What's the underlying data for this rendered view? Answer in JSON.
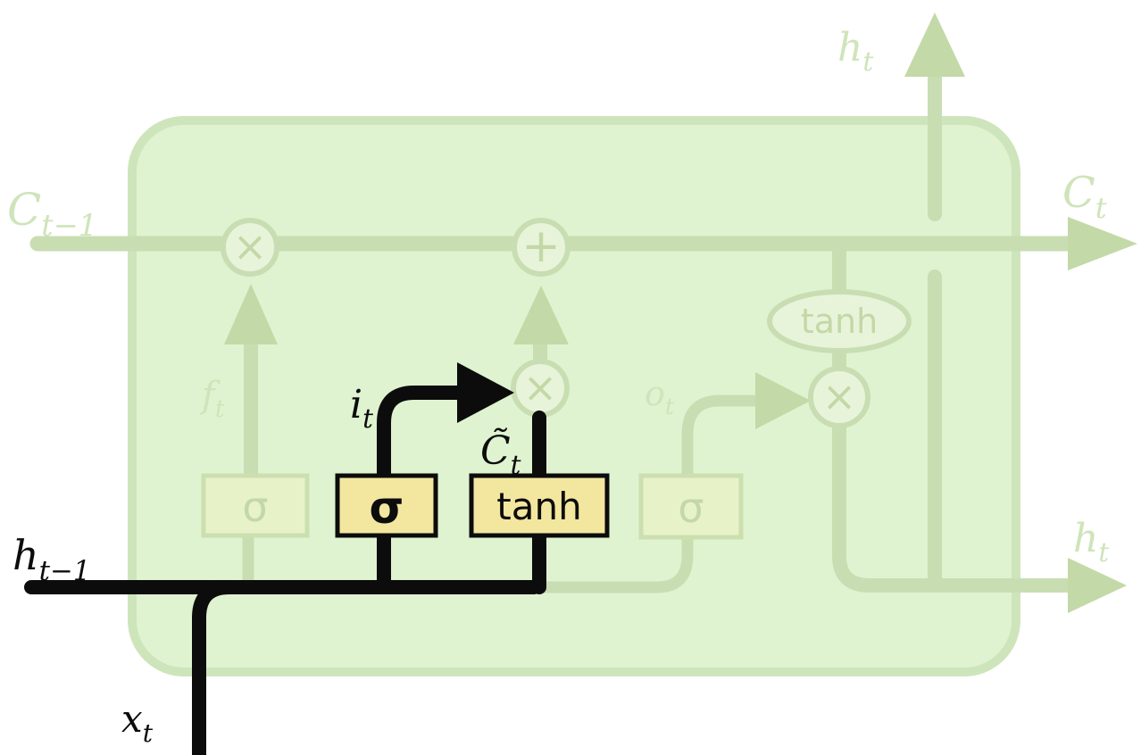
{
  "operators": {
    "multiply": "×",
    "add": "+"
  },
  "gates": {
    "forget_sigma": "σ",
    "input_sigma": "σ",
    "candidate_tanh": "tanh",
    "output_sigma": "σ",
    "cell_tanh": "tanh"
  },
  "labels": {
    "cell_state_prev": {
      "main": "C",
      "sub": "t−1"
    },
    "cell_state_next": {
      "main": "C",
      "sub": "t"
    },
    "hidden_prev": {
      "main": "h",
      "sub": "t−1"
    },
    "hidden_out_top": {
      "main": "h",
      "sub": "t"
    },
    "hidden_out_right": {
      "main": "h",
      "sub": "t"
    },
    "input": {
      "main": "x",
      "sub": "t"
    },
    "forget_gate": {
      "main": "f",
      "sub": "t"
    },
    "input_gate": {
      "main": "i",
      "sub": "t"
    },
    "output_gate": {
      "main": "o",
      "sub": "t"
    },
    "candidate": {
      "main": "C̃",
      "sub": "t"
    }
  },
  "colors": {
    "cell-fill": "#dff3d0",
    "cell-stroke": "#cee5bc",
    "faded-line": "#c8deb2",
    "faded-arrow": "#c3d9a7",
    "faded-glyph": "#c3d8a6",
    "faded-label": "#cfe4ba",
    "faded-box-fill": "#e7f2c9",
    "faded-box-stroke": "#ccdfae",
    "node-fill": "#e8f4da",
    "highlight-box-fill": "#f3e69f",
    "ink": "#0c0c0c"
  }
}
